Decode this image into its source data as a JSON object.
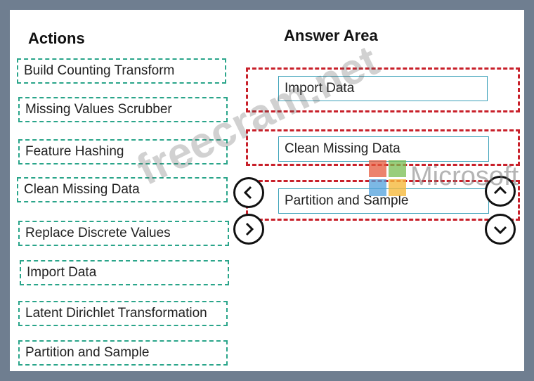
{
  "headings": {
    "actions": "Actions",
    "answer_area": "Answer Area"
  },
  "actions": [
    "Build Counting Transform",
    "Missing Values Scrubber",
    "Feature Hashing",
    "Clean Missing Data",
    "Replace Discrete Values",
    "Import Data",
    "Latent Dirichlet Transformation",
    "Partition and Sample"
  ],
  "answer_items": [
    "Import Data",
    "Clean Missing Data",
    "Partition and Sample"
  ],
  "watermark": {
    "text": "freecram.net",
    "brand": "Microsoft"
  },
  "colors": {
    "action_border": "#2aa58a",
    "slot_border": "#c8202a",
    "frame": "#6f7e90"
  },
  "icons": [
    "move-left-icon",
    "move-right-icon",
    "move-up-icon",
    "move-down-icon"
  ]
}
